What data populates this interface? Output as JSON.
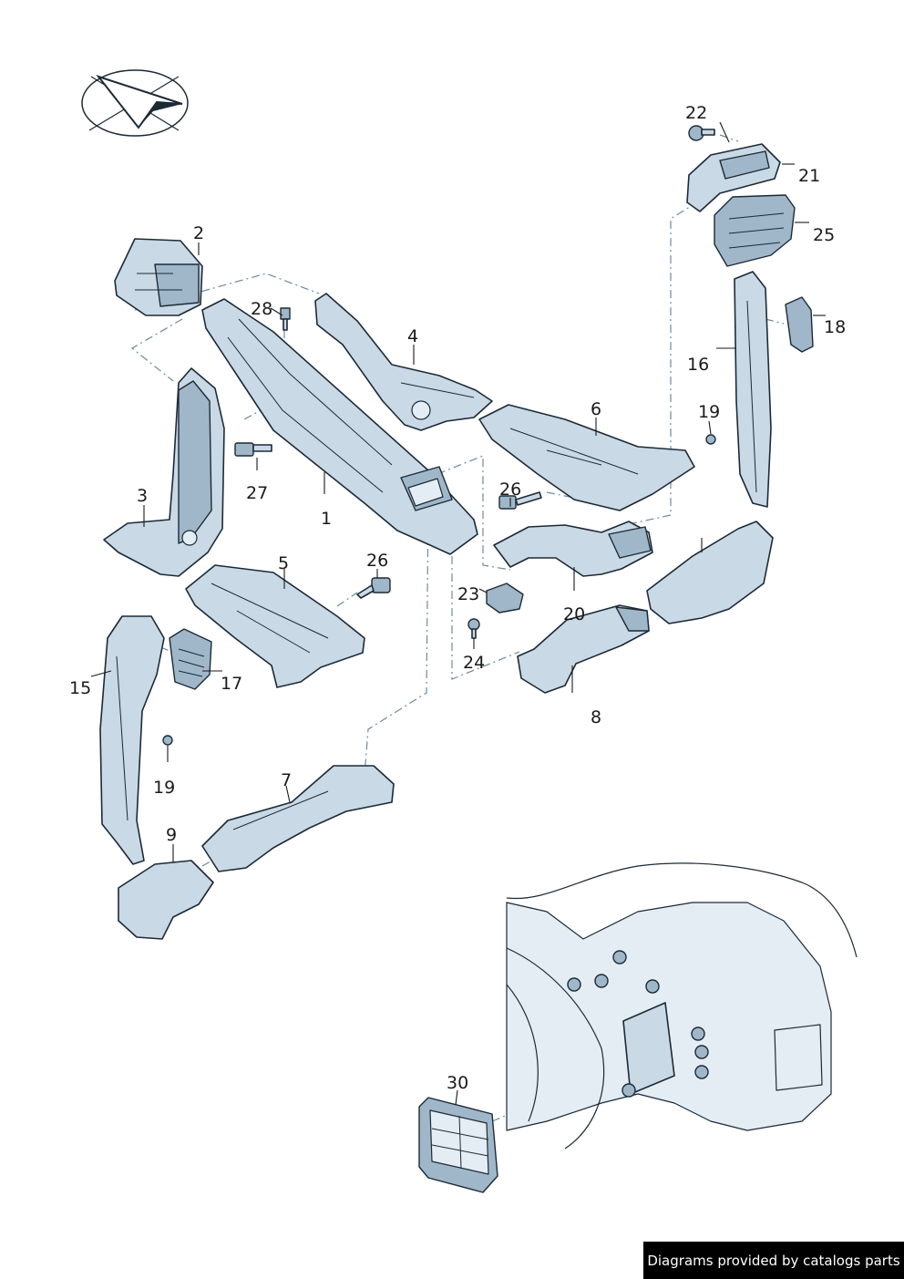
{
  "callouts": {
    "c1": "1",
    "c2": "2",
    "c3": "3",
    "c4": "4",
    "c5": "5",
    "c6": "6",
    "c7": "7",
    "c8": "8",
    "c9": "9",
    "c15": "15",
    "c16": "16",
    "c17": "17",
    "c18": "18",
    "c19a": "19",
    "c19b": "19",
    "c20": "20",
    "c21": "21",
    "c22": "22",
    "c23": "23",
    "c24": "24",
    "c25": "25",
    "c26a": "26",
    "c26b": "26",
    "c27": "27",
    "c28": "28",
    "c30": "30"
  },
  "credit": "Diagrams provided by catalogs parts",
  "icons": {
    "orientation": "direction-arrow-icon"
  },
  "colors": {
    "part_fill": "#c9d9e6",
    "part_shade": "#9fb7c9",
    "outline": "#1c2a36",
    "leader_dash": "#6d8aa0"
  }
}
